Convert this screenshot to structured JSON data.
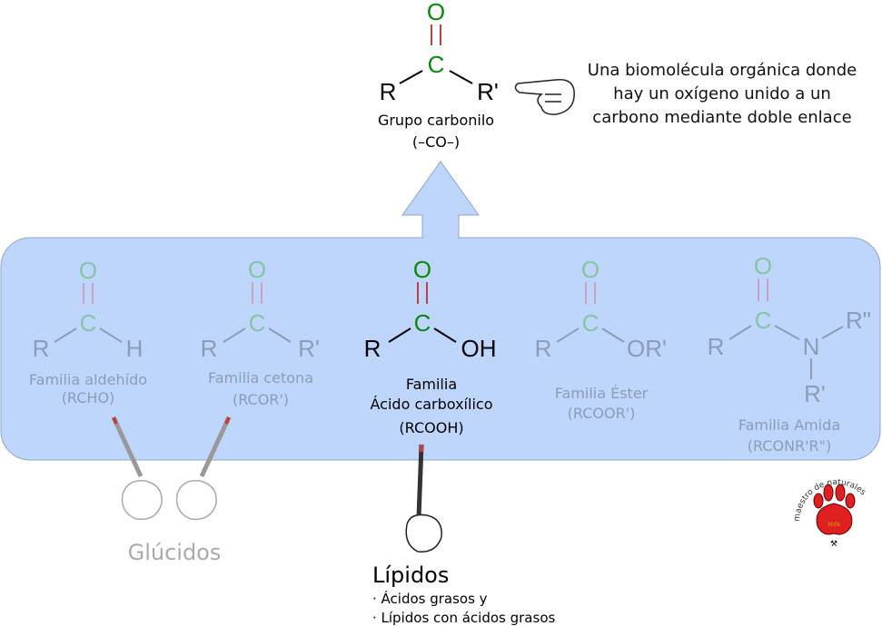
{
  "header": {
    "group_name": "Grupo carbonilo",
    "group_formula": "(–CO–)",
    "atoms": {
      "O": "O",
      "C": "C",
      "R": "R",
      "R2": "R'"
    },
    "description": [
      "Una biomolécula orgánica donde",
      "hay un oxígeno unido a un",
      "carbono mediante doble enlace"
    ]
  },
  "families": [
    {
      "atoms": {
        "O": "O",
        "C": "C",
        "left": "R",
        "right": "H"
      },
      "name": "Familia aldehído",
      "formula": "(RCHO)"
    },
    {
      "atoms": {
        "O": "O",
        "C": "C",
        "left": "R",
        "right": "R'"
      },
      "name": "Familia cetona",
      "formula": "(RCOR')"
    },
    {
      "atoms": {
        "O": "O",
        "C": "C",
        "left": "R",
        "right": "OH"
      },
      "name_line1": "Familia",
      "name_line2": "Ácido carboxílico",
      "formula": "(RCOOH)"
    },
    {
      "atoms": {
        "O": "O",
        "C": "C",
        "left": "R",
        "right": "OR'"
      },
      "name": "Familia Éster",
      "formula": "(RCOOR')"
    },
    {
      "atoms": {
        "O": "O",
        "C": "C",
        "left": "R",
        "N": "N",
        "r2": "R\"",
        "r1": "R'"
      },
      "name": "Familia Amida",
      "formula": "(RCONR'R\")"
    }
  ],
  "glucidos": "Glúcidos",
  "lipidos": {
    "title": "Lípidos",
    "items": [
      "· Ácidos grasos y",
      "· Lípidos con ácidos grasos"
    ]
  },
  "logo": {
    "text": "maestro de naturales",
    "initials": "MdN"
  },
  "colors": {
    "box": "#bfd6fc",
    "carbon": "#0a8a0a",
    "bond": "#c04040",
    "faded_text": "#8d9cb6"
  }
}
